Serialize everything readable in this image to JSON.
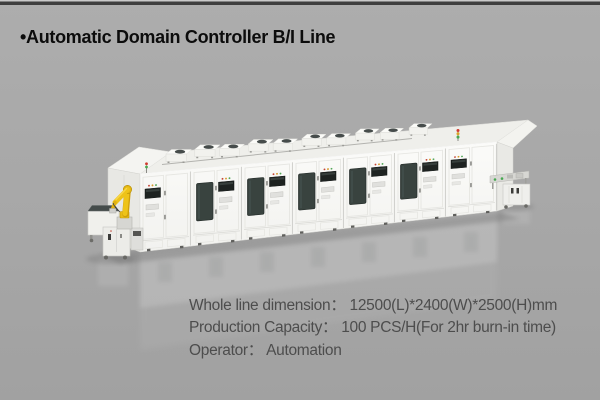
{
  "slide": {
    "background_color": "#a6a6a6",
    "top_strip_color": "#3f3f3f",
    "title": "•Automatic Domain Controller B/I Line",
    "title_color": "#0c0c0c"
  },
  "specs": {
    "whole_line_dimension": "Whole line dimension： 12500(L)*2400(W)*2500(H)mm",
    "production_capacity": "Production Capacity： 100 PCS/H(For 2hr burn-in time)",
    "operator": "Operator： Automation",
    "text_color": "#4d4d4d"
  },
  "illustration": {
    "subject": "automatic-burn-in-line-3d-render",
    "machine_color": "#f8f8f5",
    "window_panel_color": "#39433f",
    "display_screen_color": "#1e2321",
    "robot_arm_color": "#eec319",
    "signal_light_colors": [
      "#d03a2e",
      "#dca428",
      "#49a84f"
    ]
  }
}
